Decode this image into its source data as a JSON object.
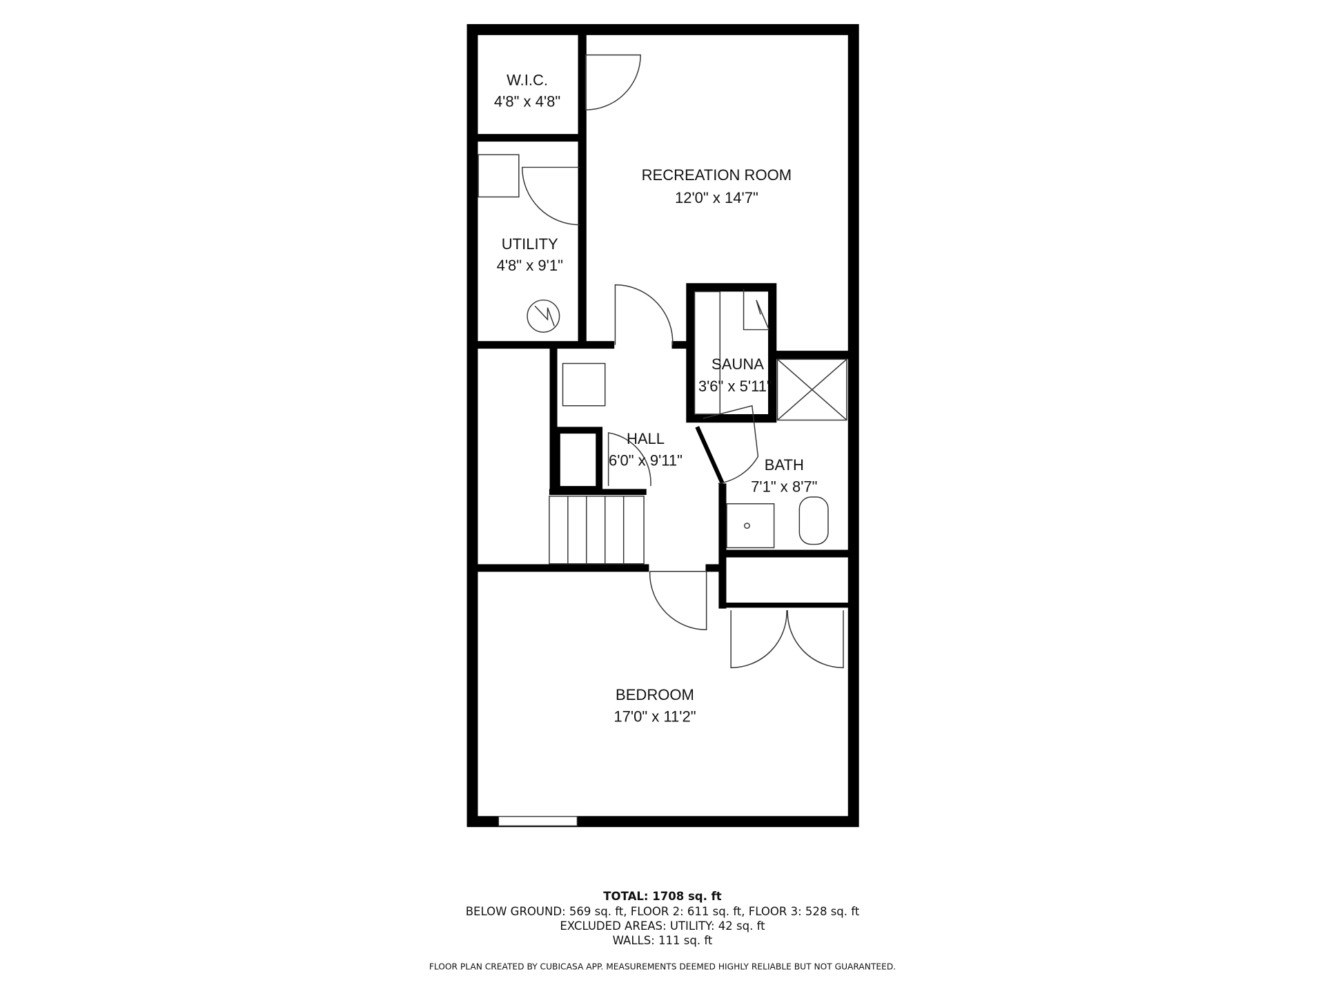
{
  "rooms": [
    {
      "id": "wic",
      "name": "W.I.C.",
      "dims": "4'8\" x 4'8\""
    },
    {
      "id": "recreation",
      "name": "RECREATION ROOM",
      "dims": "12'0\" x 14'7\""
    },
    {
      "id": "utility",
      "name": "UTILITY",
      "dims": "4'8\" x 9'1\""
    },
    {
      "id": "sauna",
      "name": "SAUNA",
      "dims": "3'6\" x 5'11\""
    },
    {
      "id": "hall",
      "name": "HALL",
      "dims": "6'0\" x 9'11\""
    },
    {
      "id": "bath",
      "name": "BATH",
      "dims": "7'1\" x 8'7\""
    },
    {
      "id": "bedroom",
      "name": "BEDROOM",
      "dims": "17'0\" x 11'2\""
    }
  ],
  "summary": {
    "total": "TOTAL: 1708 sq. ft",
    "floors": "BELOW GROUND: 569 sq. ft, FLOOR 2: 611 sq. ft, FLOOR 3: 528 sq. ft",
    "excluded": "EXCLUDED AREAS: UTILITY: 42 sq. ft",
    "walls": "WALLS: 111 sq. ft",
    "disclaimer": "FLOOR PLAN CREATED BY CUBICASA APP. MEASUREMENTS DEEMED HIGHLY RELIABLE BUT NOT GUARANTEED."
  }
}
